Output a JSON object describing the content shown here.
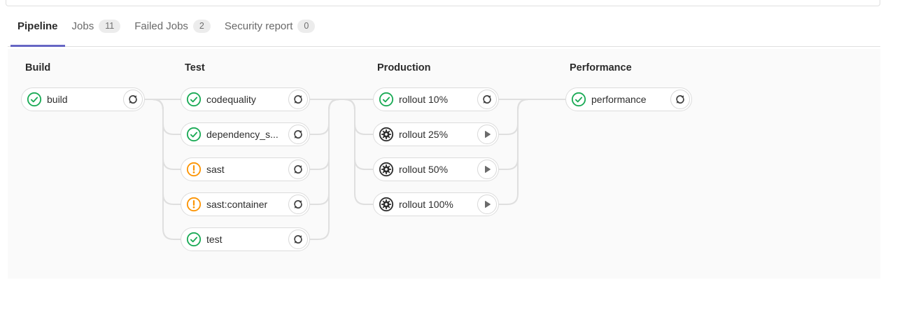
{
  "tabs": [
    {
      "label": "Pipeline",
      "active": true
    },
    {
      "label": "Jobs",
      "badge": "11"
    },
    {
      "label": "Failed Jobs",
      "badge": "2"
    },
    {
      "label": "Security report",
      "badge": "0"
    }
  ],
  "stages": [
    {
      "name": "Build",
      "jobs": [
        {
          "name": "build",
          "status": "success",
          "action": "retry"
        }
      ]
    },
    {
      "name": "Test",
      "jobs": [
        {
          "name": "codequality",
          "status": "success",
          "action": "retry"
        },
        {
          "name": "dependency_s...",
          "status": "success",
          "action": "retry"
        },
        {
          "name": "sast",
          "status": "warning",
          "action": "retry"
        },
        {
          "name": "sast:container",
          "status": "warning",
          "action": "retry"
        },
        {
          "name": "test",
          "status": "success",
          "action": "retry"
        }
      ]
    },
    {
      "name": "Production",
      "jobs": [
        {
          "name": "rollout 10%",
          "status": "success",
          "action": "retry"
        },
        {
          "name": "rollout 25%",
          "status": "manual",
          "action": "play"
        },
        {
          "name": "rollout 50%",
          "status": "manual",
          "action": "play"
        },
        {
          "name": "rollout 100%",
          "status": "manual",
          "action": "play"
        }
      ]
    },
    {
      "name": "Performance",
      "jobs": [
        {
          "name": "performance",
          "status": "success",
          "action": "retry"
        }
      ]
    }
  ],
  "colors": {
    "success": "#1aaa55",
    "warning": "#fc9403",
    "manual": "#2e2e2e",
    "active_tab": "#6666c4",
    "connector": "#dfdfdf",
    "graph_background": "#fafafa"
  }
}
